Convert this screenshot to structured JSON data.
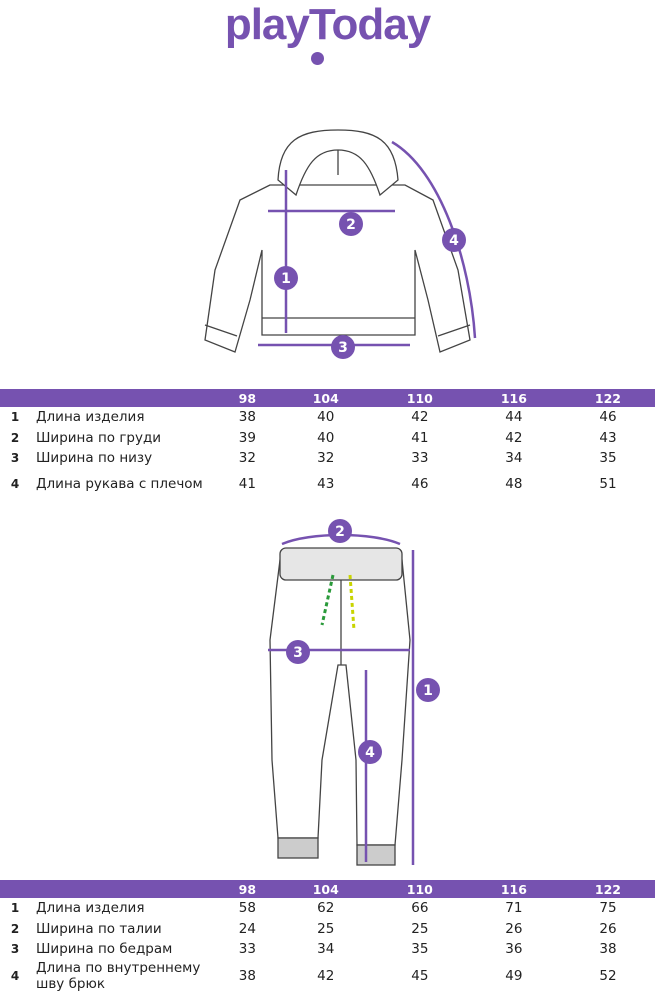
{
  "brand": {
    "logo": "playToday",
    "accent": "#7652b0"
  },
  "hoodie": {
    "markers": [
      "1",
      "2",
      "3",
      "4"
    ],
    "table": {
      "sizes": [
        "98",
        "104",
        "110",
        "116",
        "122"
      ],
      "rows": [
        {
          "num": "1",
          "label": "Длина изделия",
          "values": [
            "38",
            "40",
            "42",
            "44",
            "46"
          ]
        },
        {
          "num": "2",
          "label": "Ширина по груди",
          "values": [
            "39",
            "40",
            "41",
            "42",
            "43"
          ]
        },
        {
          "num": "3",
          "label": "Ширина по низу",
          "values": [
            "32",
            "32",
            "33",
            "34",
            "35"
          ]
        },
        {
          "num": "4",
          "label": "Длина рукава с плечом",
          "values": [
            "41",
            "43",
            "46",
            "48",
            "51"
          ]
        }
      ]
    }
  },
  "pants": {
    "markers": [
      "1",
      "2",
      "3",
      "4"
    ],
    "table": {
      "sizes": [
        "98",
        "104",
        "110",
        "116",
        "122"
      ],
      "rows": [
        {
          "num": "1",
          "label": "Длина изделия",
          "values": [
            "58",
            "62",
            "66",
            "71",
            "75"
          ]
        },
        {
          "num": "2",
          "label": "Ширина по талии",
          "values": [
            "24",
            "25",
            "25",
            "26",
            "26"
          ]
        },
        {
          "num": "3",
          "label": "Ширина по бедрам",
          "values": [
            "33",
            "34",
            "35",
            "36",
            "38"
          ]
        },
        {
          "num": "4",
          "label": "Длина по внутреннему шву брюк",
          "values": [
            "38",
            "42",
            "45",
            "49",
            "52"
          ]
        }
      ]
    }
  }
}
